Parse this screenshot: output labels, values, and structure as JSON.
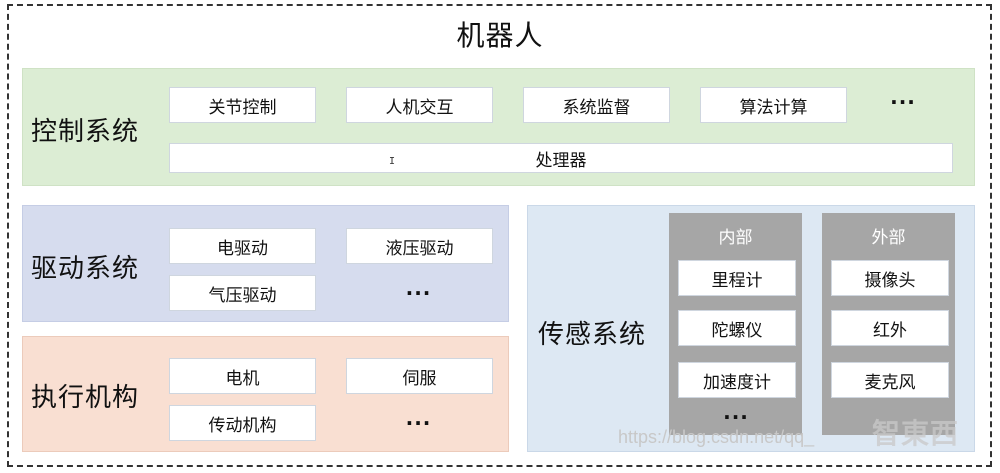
{
  "title": "机器人",
  "colors": {
    "control_bg": "#dcedd4",
    "drive_bg": "#d6dcee",
    "exec_bg": "#f9dfd2",
    "sense_bg": "#dde8f3",
    "subpanel_bg": "#a6a6a6"
  },
  "control": {
    "label": "控制系统",
    "items": [
      "关节控制",
      "人机交互",
      "系统监督",
      "算法计算"
    ],
    "more": "···",
    "processor": "处理器"
  },
  "drive": {
    "label": "驱动系统",
    "items": [
      "电驱动",
      "液压驱动",
      "气压驱动"
    ],
    "more": "···"
  },
  "execution": {
    "label": "执行机构",
    "items": [
      "电机",
      "伺服",
      "传动机构"
    ],
    "more": "···"
  },
  "sensing": {
    "label": "传感系统",
    "internal": {
      "header": "内部",
      "items": [
        "里程计",
        "陀螺仪",
        "加速度计"
      ],
      "more": "···"
    },
    "external": {
      "header": "外部",
      "items": [
        "摄像头",
        "红外",
        "麦克风"
      ]
    }
  },
  "cursor_glyph": "I",
  "watermark": {
    "url": "https://blog.csdn.net/qq_",
    "logo": "智東西"
  }
}
